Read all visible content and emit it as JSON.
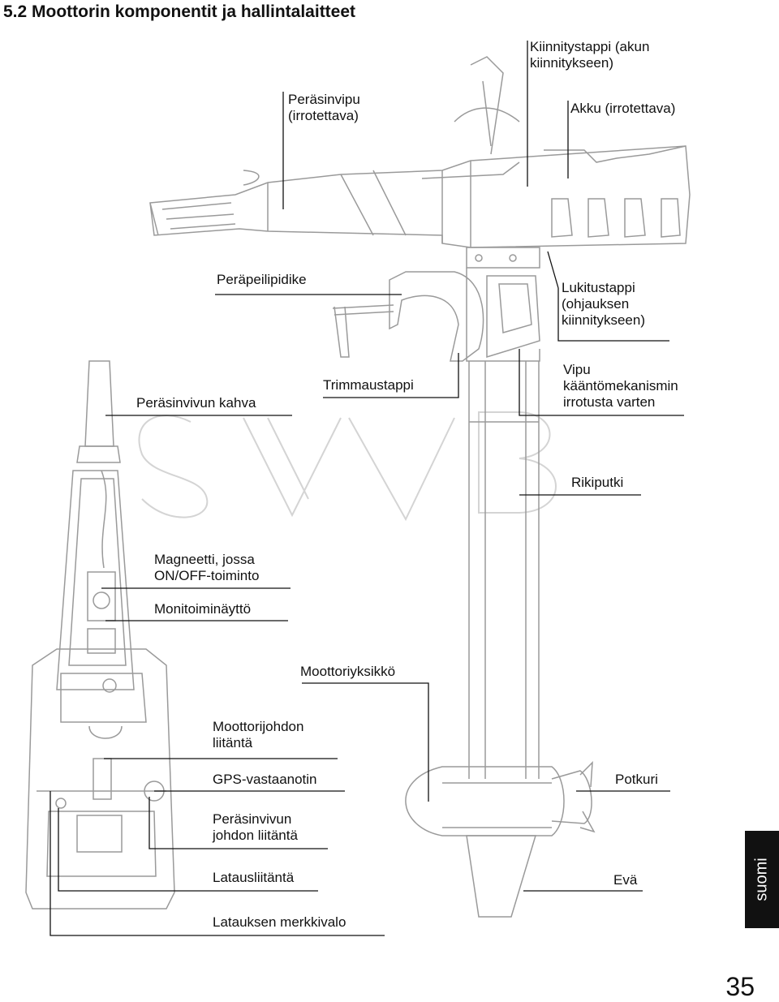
{
  "heading": "5.2  Moottorin komponentit ja hallintalaitteet",
  "labels": {
    "kiinnitystappi": "Kiinnitystappi (akun\nkiinnitykseen)",
    "peräsinvipu": "Peräsinvipu\n(irrotettava)",
    "akku": "Akku (irrotettava)",
    "peräpeilipidike": "Peräpeilipidike",
    "lukitustappi": "Lukitustappi\n(ohjauksen\nkiinnitykseen)",
    "trimmaustappi": "Trimmaustappi",
    "peräsinvivun_kahva": "Peräsinvivun kahva",
    "vipu": "Vipu\nkääntömekanismin\nirrotusta varten",
    "rikiputki": "Rikiputki",
    "magneetti": "Magneetti, jossa\nON/OFF-toiminto",
    "monitoiminäyttö": "Monitoiminäyttö",
    "moottoriyksikkö": "Moottoriyksikkö",
    "moottorijohdon_liitäntä": "Moottorijohdon\nliitäntä",
    "gps": "GPS-vastaanotin",
    "potkuri": "Potkuri",
    "peräsinvivun_johdon_liitäntä": "Peräsinvivun\njohdon liitäntä",
    "latausliitäntä": "Latausliitäntä",
    "evä": "Evä",
    "latauksen_merkkivalo": "Latauksen merkkivalo"
  },
  "language_tab": "suomi",
  "page_number": "35"
}
